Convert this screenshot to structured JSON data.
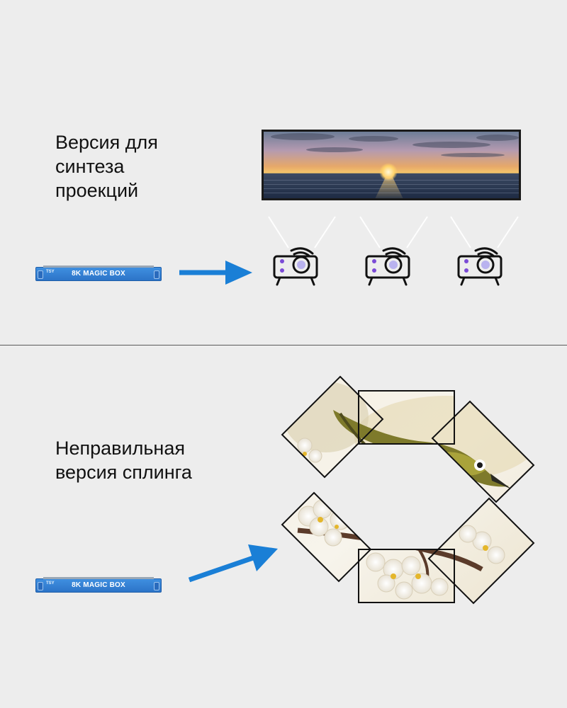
{
  "sections": [
    {
      "caption": "Версия для\nсинтеза\nпроекций",
      "device": {
        "label": "8K MAGIC BOX",
        "brand": "TSY",
        "color": "#2f7ad0"
      }
    },
    {
      "caption": "Неправильная\nверсия сплинга",
      "device": {
        "label": "8K MAGIC BOX",
        "brand": "TSY",
        "color": "#2f7ad0"
      }
    }
  ],
  "colors": {
    "background": "#ededed",
    "arrow": "#1a7fd6",
    "device": "#2f7ad0",
    "projector_accent": "#7b4bd6",
    "frame": "#1a1a1a"
  },
  "icons": [
    "projector-icon",
    "projector-icon",
    "projector-icon",
    "arrow-right-icon",
    "arrow-up-right-icon"
  ],
  "images": [
    "sunset-panorama",
    "bird-on-blossom-collage"
  ]
}
